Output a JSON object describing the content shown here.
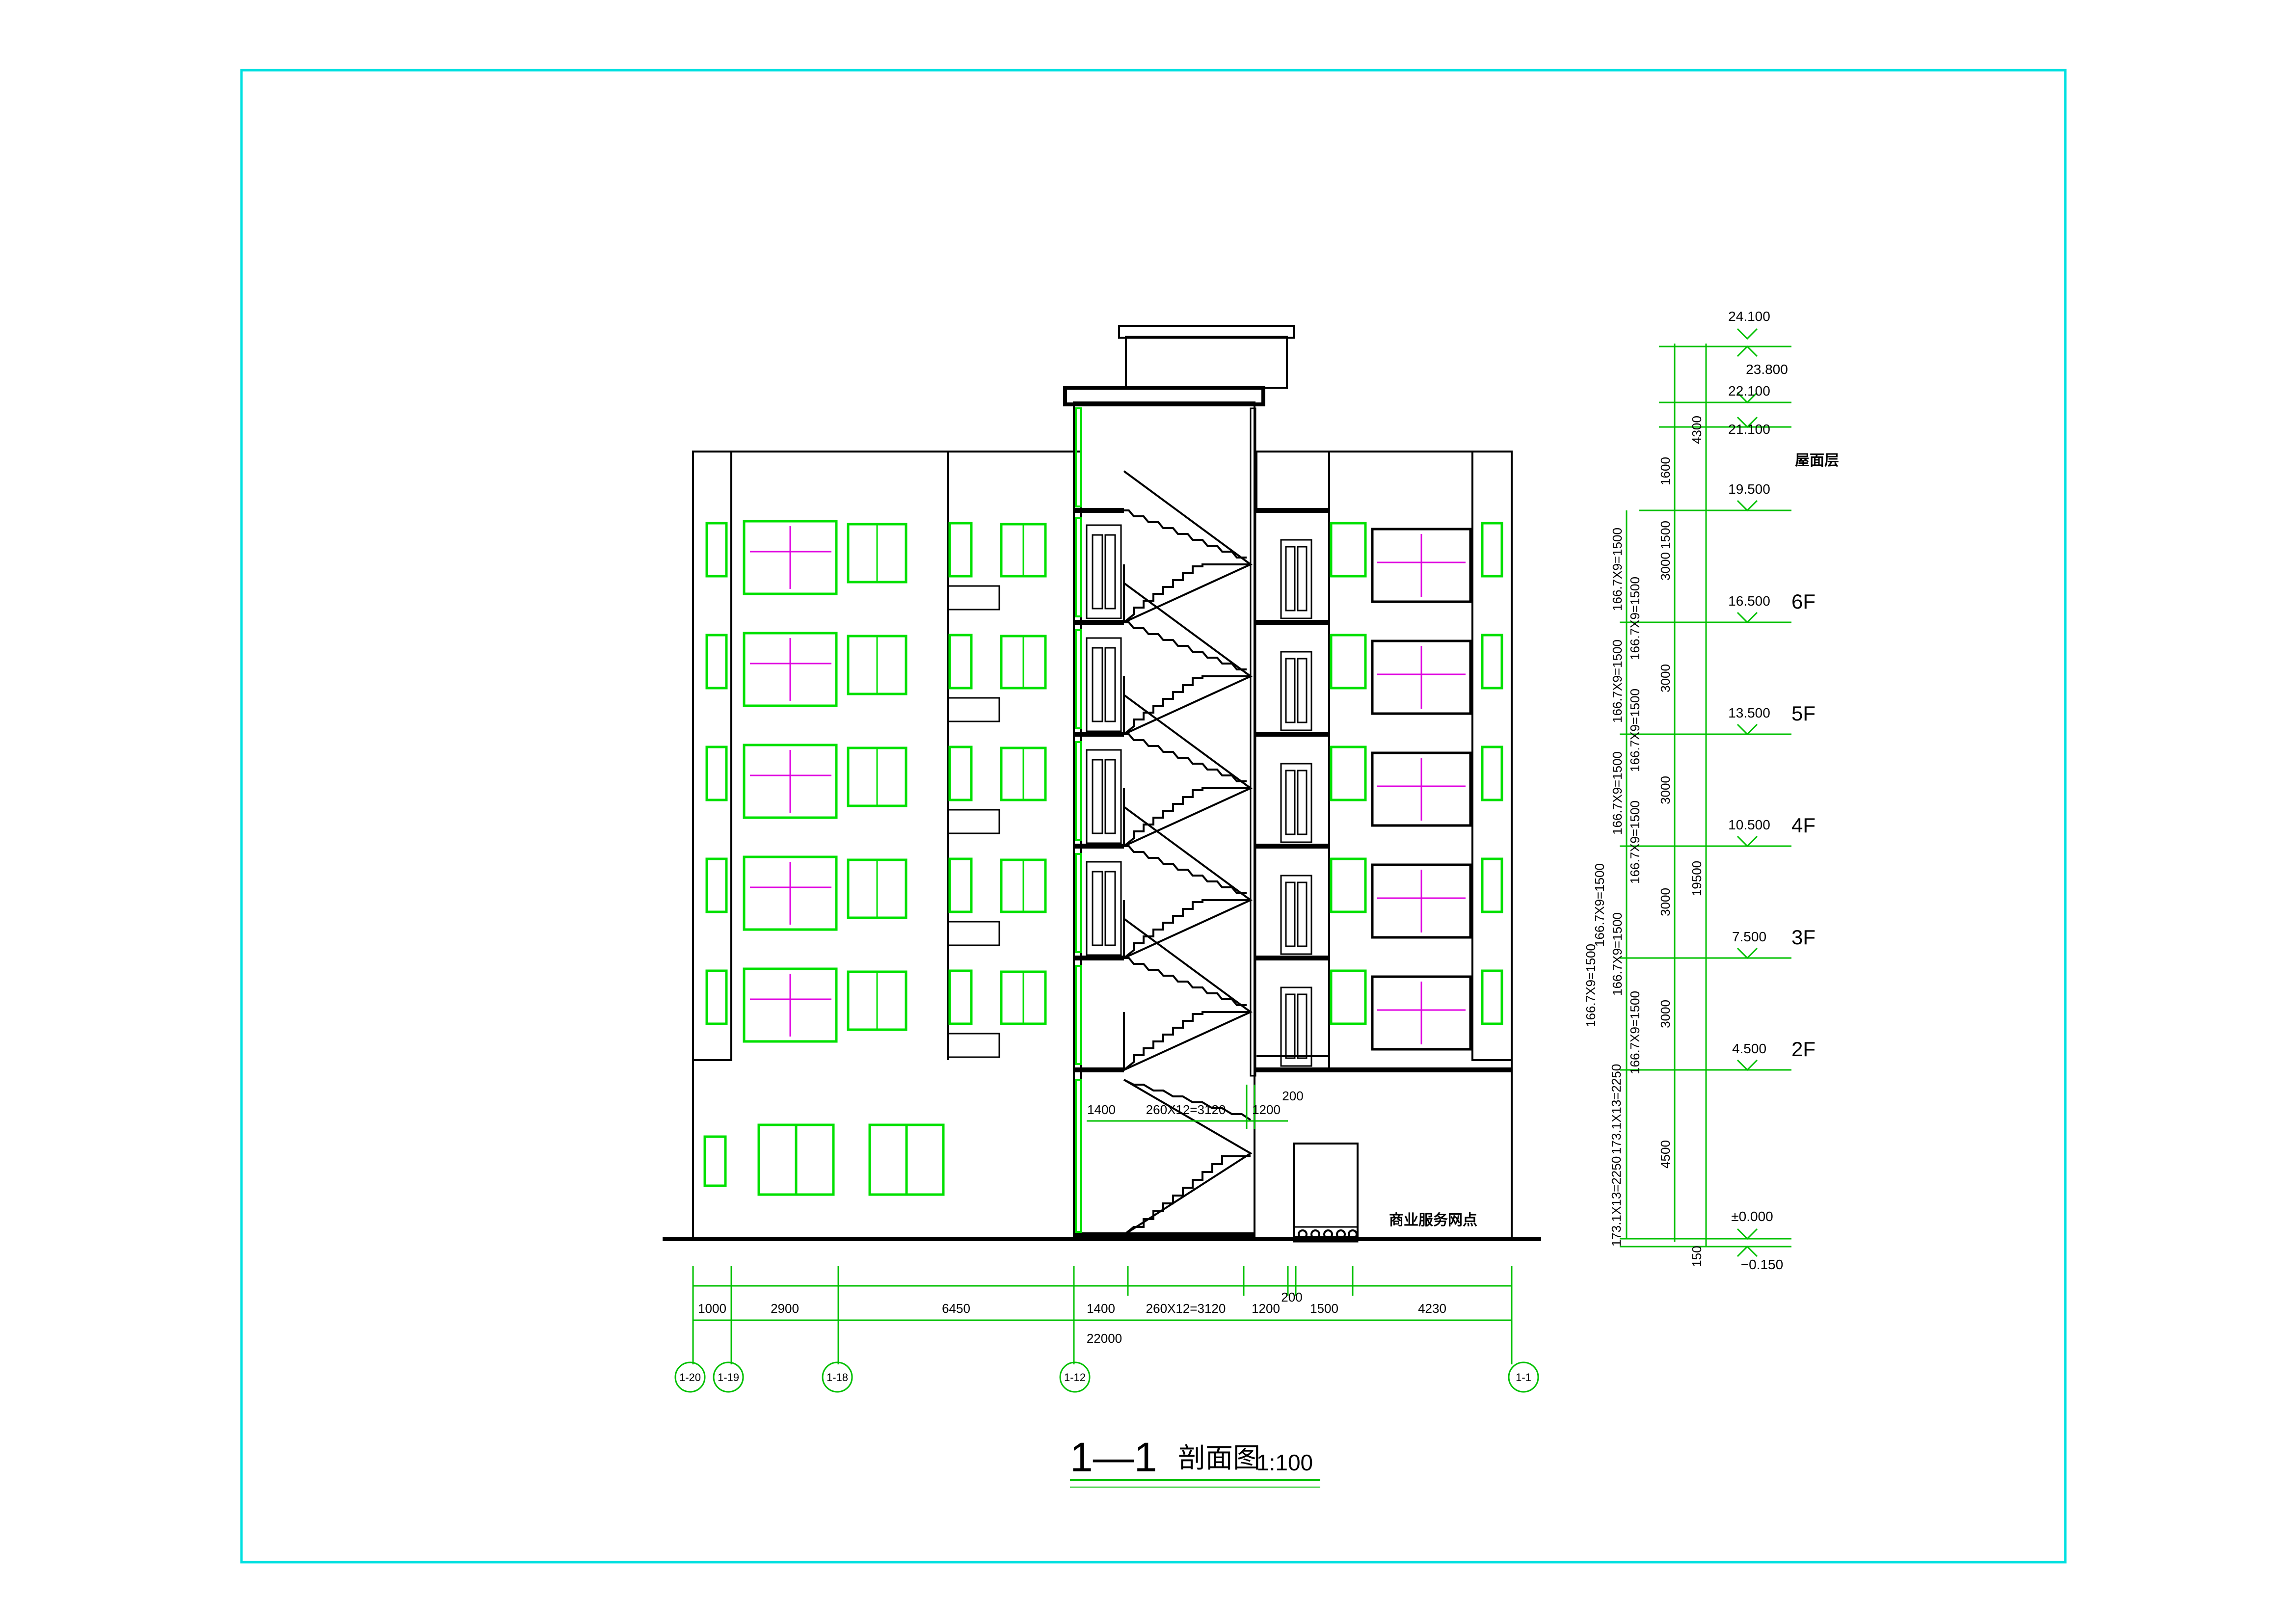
{
  "title": {
    "section_id": "1—1",
    "name": "剖面图",
    "scale": "1:100"
  },
  "room_label": "商业服务网点",
  "roof_label": "屋面层",
  "floors": [
    {
      "label": "6F",
      "elev": "16.500"
    },
    {
      "label": "5F",
      "elev": "13.500"
    },
    {
      "label": "4F",
      "elev": "10.500"
    },
    {
      "label": "3F",
      "elev": "7.500"
    },
    {
      "label": "2F",
      "elev": "4.500"
    }
  ],
  "upper_levels": [
    "24.100",
    "23.800",
    "22.100",
    "21.100",
    "19.500"
  ],
  "ground_level": "±0.000",
  "outdoor_level": "−0.150",
  "right_dims": {
    "heights": [
      "4300",
      "1600",
      "1500",
      "3000",
      "3000",
      "3000",
      "3000",
      "3000",
      "4500",
      "150"
    ],
    "total": "19500",
    "stair_flights": [
      "166.7X9=1500",
      "166.7X9=1500",
      "166.7X9=1500",
      "166.7X9=1500",
      "166.7X9=1500",
      "166.7X9=1500",
      "166.7X9=1500",
      "166.7X9=1500",
      "166.7X9=1500",
      "166.7X9=1500",
      "173.1X13=2250",
      "173.1X13=2250"
    ]
  },
  "bottom_dims": {
    "segments": [
      "1000",
      "2900",
      "6450",
      "1400",
      "260X12=3120",
      "1200",
      "200",
      "1500",
      "4230"
    ],
    "total": "22000"
  },
  "stair_dims": {
    "segments": [
      "1400",
      "260X12=3120",
      "1200"
    ],
    "gap": "200"
  },
  "axes": [
    "1-20",
    "1-19",
    "1-18",
    "1-12",
    "1-1"
  ],
  "colors": {
    "frame": "#00e0e0",
    "walls": "#000000",
    "windows": "#00e000",
    "glazing": "#e000e0",
    "dims": "#00c000"
  }
}
